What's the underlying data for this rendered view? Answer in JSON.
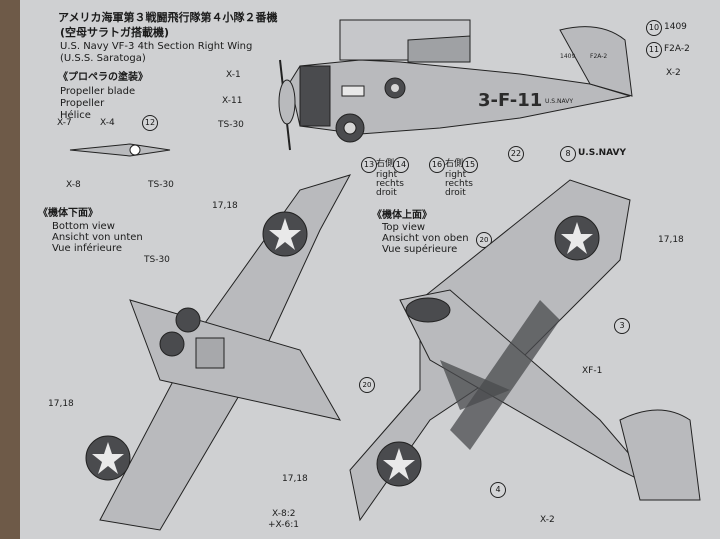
{
  "header": {
    "title_jp": "アメリカ海軍第３戦闘飛行隊第４小隊２番機",
    "subtitle_jp": "(空母サラトガ搭載機)",
    "title_en": "U.S. Navy VF-3 4th Section Right Wing",
    "subtitle_en": "(U.S.S. Saratoga)"
  },
  "propeller": {
    "heading_jp": "《プロペラの塗装》",
    "lines": [
      "Propeller blade",
      "Propeller",
      "Hélice"
    ],
    "callouts": [
      "X-7",
      "X-4",
      "12",
      "X-8",
      "TS-30"
    ]
  },
  "side_view": {
    "left_callouts": [
      "X-1",
      "X-11",
      "TS-30"
    ],
    "right_callouts": [
      "10",
      "1409",
      "11",
      "F2A-2",
      "X-2",
      "8",
      "U.S.NAVY",
      "22"
    ],
    "fuselage_code": "3-F-11",
    "fin_code_small": "1409",
    "fin_type_small": "F2A-2",
    "usnavy_small": "U.S.NAVY",
    "bottom_refs": [
      {
        "num_a": "13",
        "num_b": "14",
        "lines": [
          "右側",
          "right",
          "rechts",
          "droit"
        ]
      },
      {
        "num_a": "16",
        "num_b": "15",
        "lines": [
          "右側",
          "right",
          "rechts",
          "droit"
        ]
      }
    ]
  },
  "bottom_view": {
    "heading_jp": "《機体下面》",
    "lines": [
      "Bottom view",
      "Ansicht von unten",
      "Vue inférieure"
    ],
    "callouts": [
      "17,18",
      "TS-30",
      "17,18"
    ]
  },
  "top_view": {
    "heading_jp": "《機体上面》",
    "lines": [
      "Top view",
      "Ansicht von oben",
      "Vue supérieure"
    ],
    "callouts": [
      "17,18",
      "20",
      "3",
      "XF-1",
      "20",
      "4",
      "17,18",
      "X-8:2",
      "+X-6:1",
      "X-2"
    ]
  },
  "colors": {
    "paper": "#cfd0d2",
    "background": "#6e5a48",
    "aircraft_light": "#b9babd",
    "aircraft_dark": "#4a4b4e",
    "ink": "#1b1b1b"
  }
}
